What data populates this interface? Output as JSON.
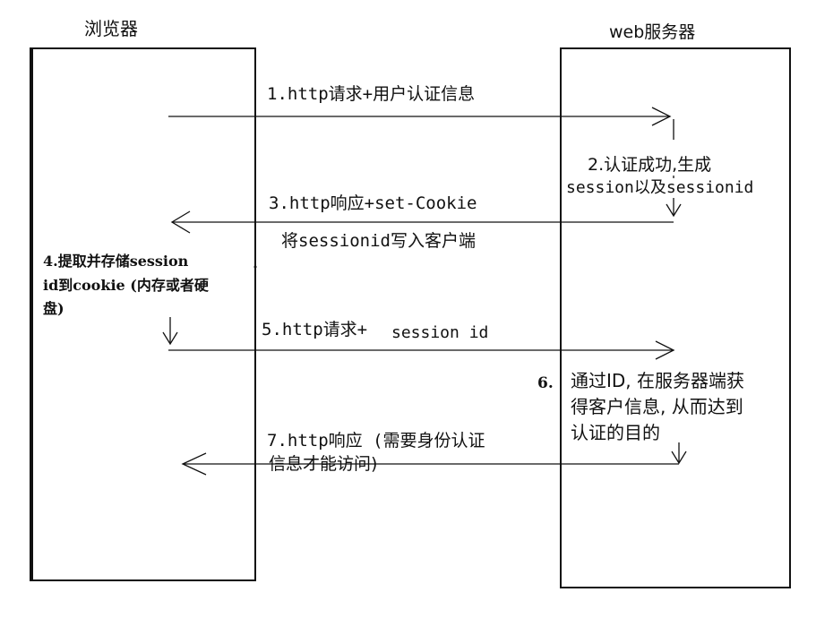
{
  "participants": {
    "browser": "浏览器",
    "server": "web服务器"
  },
  "steps": {
    "s1": "1.http请求+用户认证信息",
    "s2_line1": "2.认证成功,生成",
    "s2_line2": "session以及sessionid",
    "s3": "3.http响应+set-Cookie",
    "s3_note": "将sessionid写入客户端",
    "s4_line1": "4.提取并存储session",
    "s4_line2": "id到cookie (内存或者硬",
    "s4_line3": "盘)",
    "s5_prefix": "5.http请求+",
    "s5_suffix": "session id",
    "s6_num": "6.",
    "s6_line1": "通过ID, 在服务器端获",
    "s6_line2": "得客户信息, 从而达到",
    "s6_line3": "认证的目的",
    "s7_line1": "7.http响应 (需要身份认证",
    "s7_line2": "信息才能访问)"
  }
}
